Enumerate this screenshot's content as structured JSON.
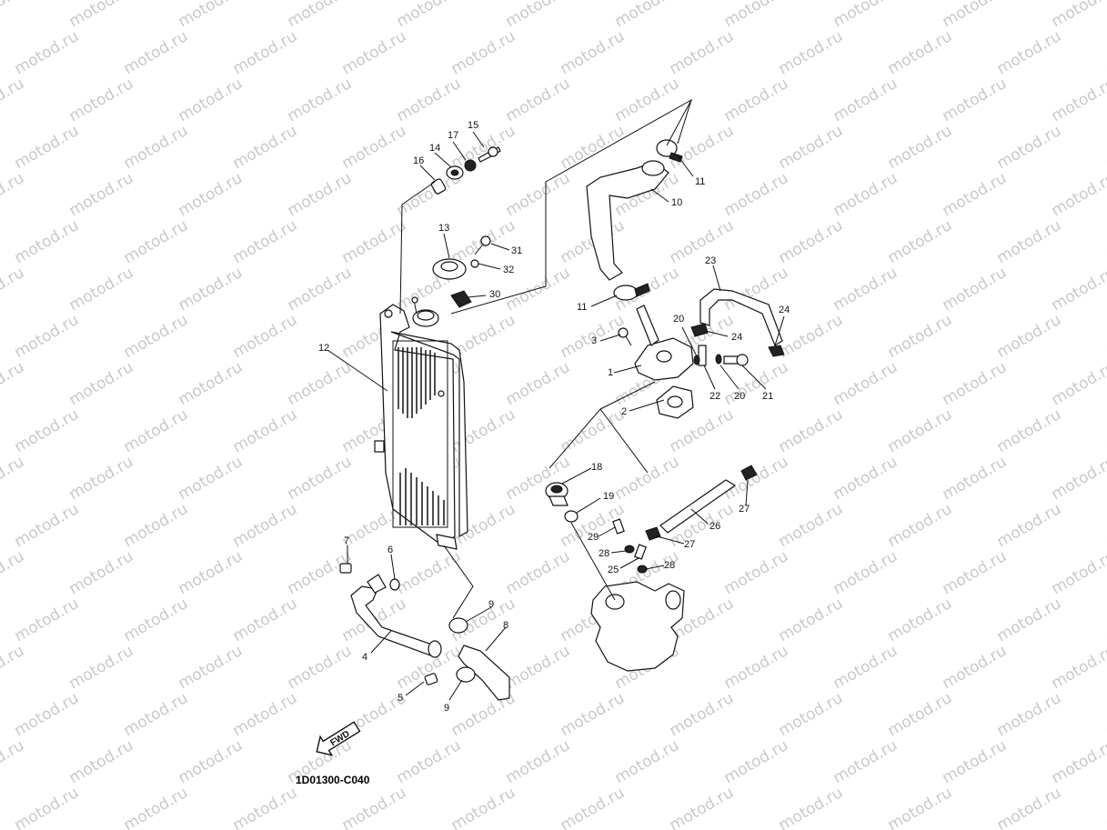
{
  "watermark": "motod.ru",
  "drawing_code": "1D01300-C040",
  "fwd_label": "FWD",
  "callouts": [
    {
      "id": "c15",
      "text": "15"
    },
    {
      "id": "c17",
      "text": "17"
    },
    {
      "id": "c14",
      "text": "14"
    },
    {
      "id": "c16",
      "text": "16"
    },
    {
      "id": "c13",
      "text": "13"
    },
    {
      "id": "c31",
      "text": "31"
    },
    {
      "id": "c32",
      "text": "32"
    },
    {
      "id": "c30",
      "text": "30"
    },
    {
      "id": "c12",
      "text": "12"
    },
    {
      "id": "c11a",
      "text": "11"
    },
    {
      "id": "c10",
      "text": "10"
    },
    {
      "id": "c11b",
      "text": "11"
    },
    {
      "id": "c23",
      "text": "23"
    },
    {
      "id": "c24a",
      "text": "24"
    },
    {
      "id": "c24b",
      "text": "24"
    },
    {
      "id": "c20a",
      "text": "20"
    },
    {
      "id": "c3",
      "text": "3"
    },
    {
      "id": "c1",
      "text": "1"
    },
    {
      "id": "c22",
      "text": "22"
    },
    {
      "id": "c20b",
      "text": "20"
    },
    {
      "id": "c21",
      "text": "21"
    },
    {
      "id": "c2",
      "text": "2"
    },
    {
      "id": "c18",
      "text": "18"
    },
    {
      "id": "c19",
      "text": "19"
    },
    {
      "id": "c27a",
      "text": "27"
    },
    {
      "id": "c26",
      "text": "26"
    },
    {
      "id": "c27b",
      "text": "27"
    },
    {
      "id": "c29",
      "text": "29"
    },
    {
      "id": "c28a",
      "text": "28"
    },
    {
      "id": "c25",
      "text": "25"
    },
    {
      "id": "c28b",
      "text": "28"
    },
    {
      "id": "c7",
      "text": "7"
    },
    {
      "id": "c6",
      "text": "6"
    },
    {
      "id": "c4",
      "text": "4"
    },
    {
      "id": "c5",
      "text": "5"
    },
    {
      "id": "c9a",
      "text": "9"
    },
    {
      "id": "c8",
      "text": "8"
    },
    {
      "id": "c9b",
      "text": "9"
    }
  ]
}
